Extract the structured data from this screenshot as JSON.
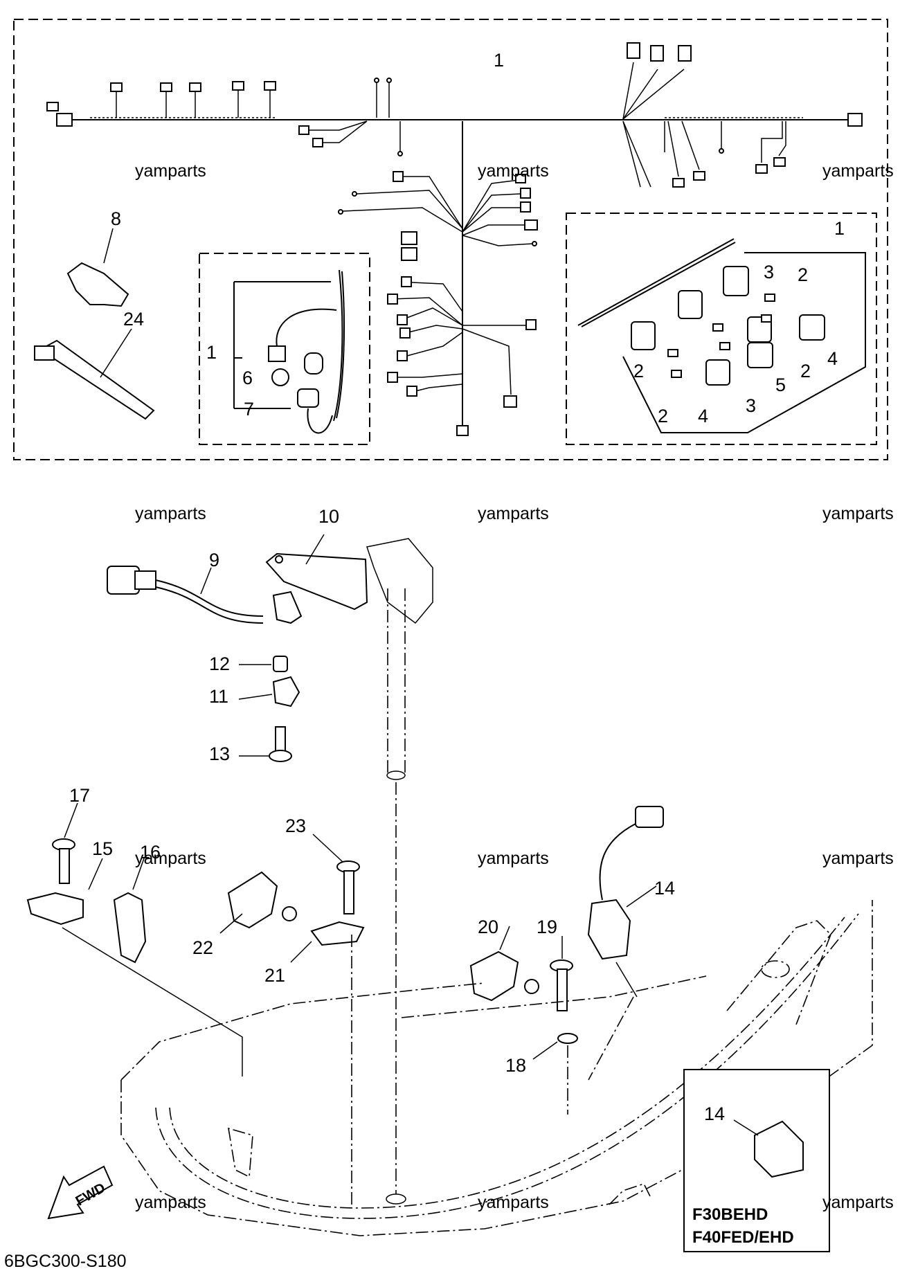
{
  "diagram": {
    "drawing_code": "6BGC300-S180",
    "direction_label": "FWD",
    "watermark_text": "yamparts",
    "model_note": {
      "line1": "F30BEHD",
      "line2": "F40FED/EHD"
    },
    "callouts": {
      "c1_top": "1",
      "c1_right": "1",
      "c1_left": "1",
      "c2_a": "2",
      "c2_b": "2",
      "c2_c": "2",
      "c2_d": "2",
      "c3_a": "3",
      "c3_b": "3",
      "c4_a": "4",
      "c4_b": "4",
      "c5": "5",
      "c6": "6",
      "c7": "7",
      "c8": "8",
      "c9": "9",
      "c10": "10",
      "c11": "11",
      "c12": "12",
      "c13": "13",
      "c14": "14",
      "c14_inset": "14",
      "c15": "15",
      "c16": "16",
      "c17": "17",
      "c18": "18",
      "c19": "19",
      "c20": "20",
      "c21": "21",
      "c22": "22",
      "c23": "23",
      "c24": "24"
    }
  }
}
